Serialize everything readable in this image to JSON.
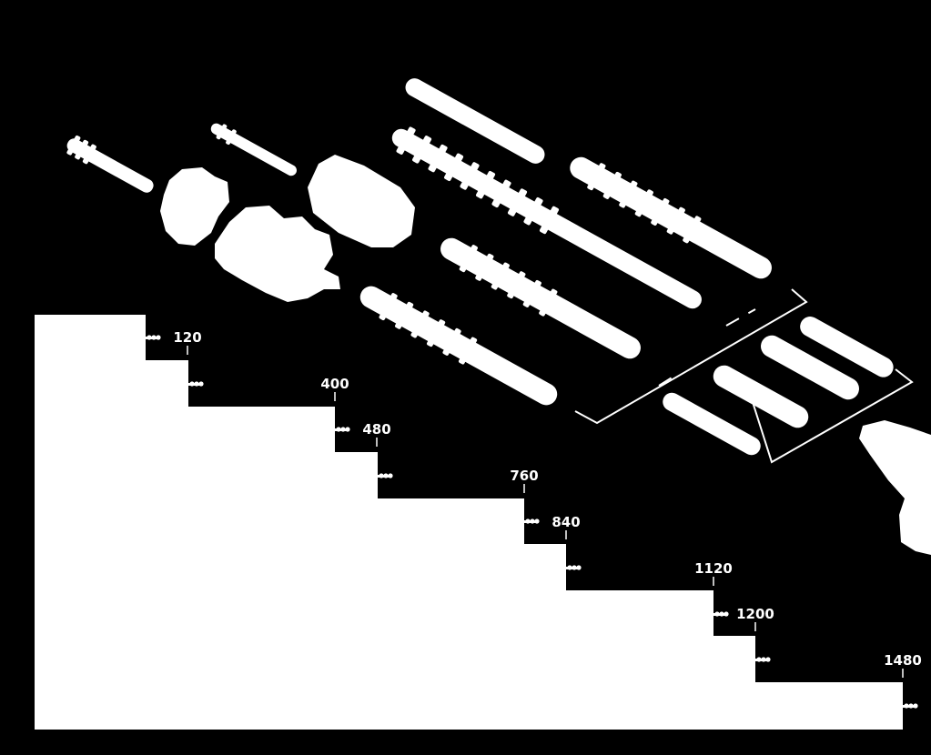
{
  "colors": {
    "background": "#000000",
    "foreground": "#ffffff"
  },
  "steps": [
    {
      "label": "120"
    },
    {
      "label": "400"
    },
    {
      "label": "480"
    },
    {
      "label": "760"
    },
    {
      "label": "840"
    },
    {
      "label": "1120"
    },
    {
      "label": "1200"
    },
    {
      "label": "1480"
    }
  ],
  "icons": {
    "connector": "bolt-connector-icon",
    "parts": "tool-part-silhouette-icon"
  }
}
